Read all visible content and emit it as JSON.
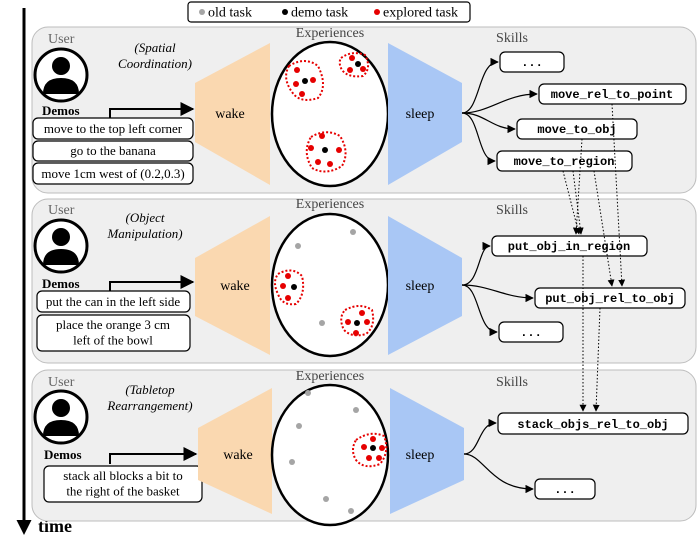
{
  "legend": {
    "old_task": "old task",
    "demo_task": "demo task",
    "explored_task": "explored task"
  },
  "colors": {
    "panel_bg": "#efefef",
    "wake": "#fad8b0",
    "sleep": "#a9c7f5",
    "old_dot": "#a5a5a5",
    "demo_dot": "#000000",
    "explored_dot": "#e60000",
    "cluster_outline": "#e60000"
  },
  "time_label": "time",
  "panels": [
    {
      "user_label": "User",
      "domain": [
        "(Spatial",
        "Coordination)"
      ],
      "demos_label": "Demos",
      "demos": [
        "move to the top left corner",
        "go to the banana",
        "move 1cm west of (0.2,0.3)"
      ],
      "experiences_label": "Experiences",
      "wake_label": "wake",
      "sleep_label": "sleep",
      "skills_label": "Skills",
      "skills": [
        "...",
        "move_rel_to_point",
        "move_to_obj",
        "move_to_region"
      ]
    },
    {
      "user_label": "User",
      "domain": [
        "(Object",
        "Manipulation)"
      ],
      "demos_label": "Demos",
      "demos": [
        "put the can in the left side",
        "place the orange 3 cm\nleft of the bowl"
      ],
      "experiences_label": "Experiences",
      "wake_label": "wake",
      "sleep_label": "sleep",
      "skills_label": "Skills",
      "skills": [
        "put_obj_in_region",
        "put_obj_rel_to_obj",
        "..."
      ]
    },
    {
      "user_label": "User",
      "domain": [
        "(Tabletop",
        "Rearrangement)"
      ],
      "demos_label": "Demos",
      "demos": [
        "stack all blocks a bit to\nthe right of the basket"
      ],
      "experiences_label": "Experiences",
      "wake_label": "wake",
      "sleep_label": "sleep",
      "skills_label": "Skills",
      "skills": [
        "stack_objs_rel_to_obj",
        "..."
      ]
    }
  ]
}
